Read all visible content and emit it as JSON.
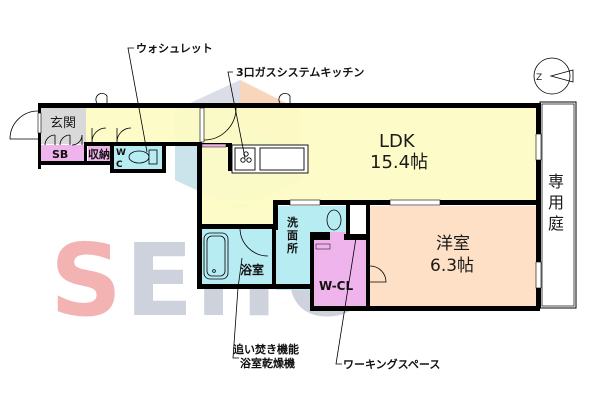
{
  "watermark": {
    "text_letters": [
      "S",
      "E",
      "I",
      "T",
      "O"
    ],
    "colors": {
      "S": "#f2a9a9",
      "others": "#c9cfdb"
    },
    "logo_colors": [
      "#cfd4e0",
      "#f6c9a8",
      "#b9dbe6"
    ]
  },
  "compass": {
    "label": "Z",
    "symbol": "north-arrow"
  },
  "rooms": {
    "entrance": {
      "label": "玄関",
      "color": "#d9d9d9"
    },
    "shoe_box": {
      "label": "SB",
      "color": "#f0b4ec"
    },
    "storage": {
      "label": "収納",
      "color": "#f0b4ec"
    },
    "toilet": {
      "label_line1": "W",
      "label_line2": "C",
      "color": "#b8ecf3"
    },
    "ldk": {
      "label": "LDK",
      "size": "15.4帖",
      "color": "#fdfcc4"
    },
    "western_room": {
      "label": "洋室",
      "size": "6.3帖",
      "color": "#fde0c5"
    },
    "washroom": {
      "label_chars": [
        "洗",
        "面",
        "所"
      ],
      "color": "#b8ecf3"
    },
    "bathroom": {
      "label": "浴室",
      "color": "#b8ecf3"
    },
    "walk_in_closet": {
      "label": "W-CL",
      "color": "#f0b4ec"
    },
    "private_garden": {
      "label_chars": [
        "専",
        "用",
        "庭"
      ],
      "color": "#ffffff"
    }
  },
  "callouts": {
    "washlet": "ウォシュレット",
    "kitchen": "3口ガスシステムキッチン",
    "bath_features_line1": "追い焚き機能",
    "bath_features_line2": "浴室乾燥機",
    "working_space": "ワーキングスペース"
  },
  "colors": {
    "wall": "#000000",
    "ldk": "#fdfcc4",
    "western": "#fde0c5",
    "wet": "#b8ecf3",
    "storage": "#f0b4ec",
    "entrance": "#d9d9d9"
  }
}
